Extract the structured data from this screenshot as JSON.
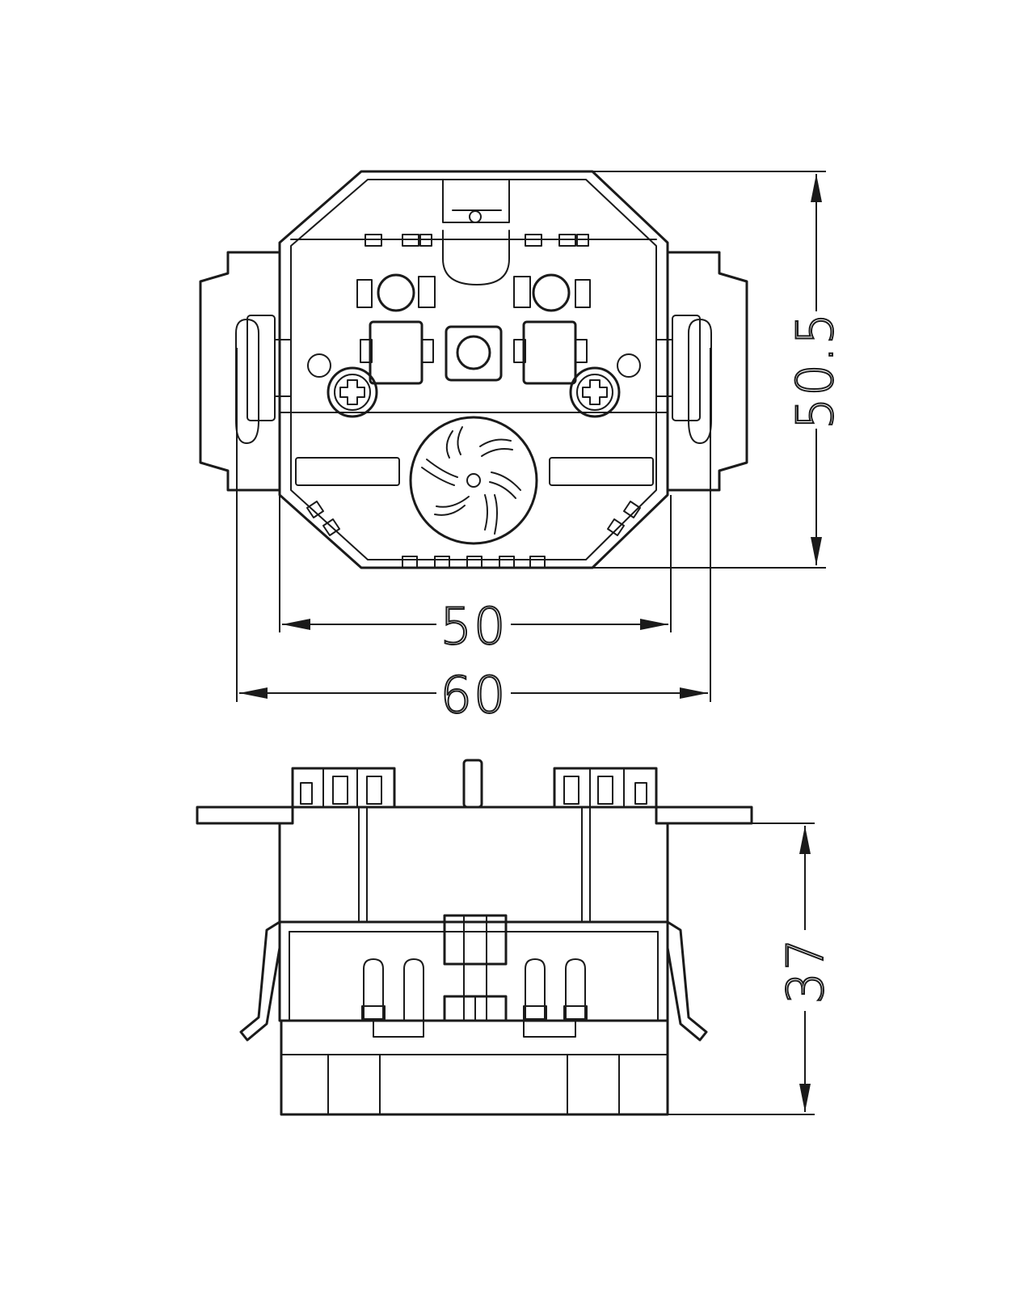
{
  "dimensions": {
    "height_top": "50.5",
    "inner_width": "50",
    "outer_width": "60",
    "depth": "37"
  },
  "colors": {
    "line": "#1a1a1a",
    "background": "#ffffff"
  }
}
